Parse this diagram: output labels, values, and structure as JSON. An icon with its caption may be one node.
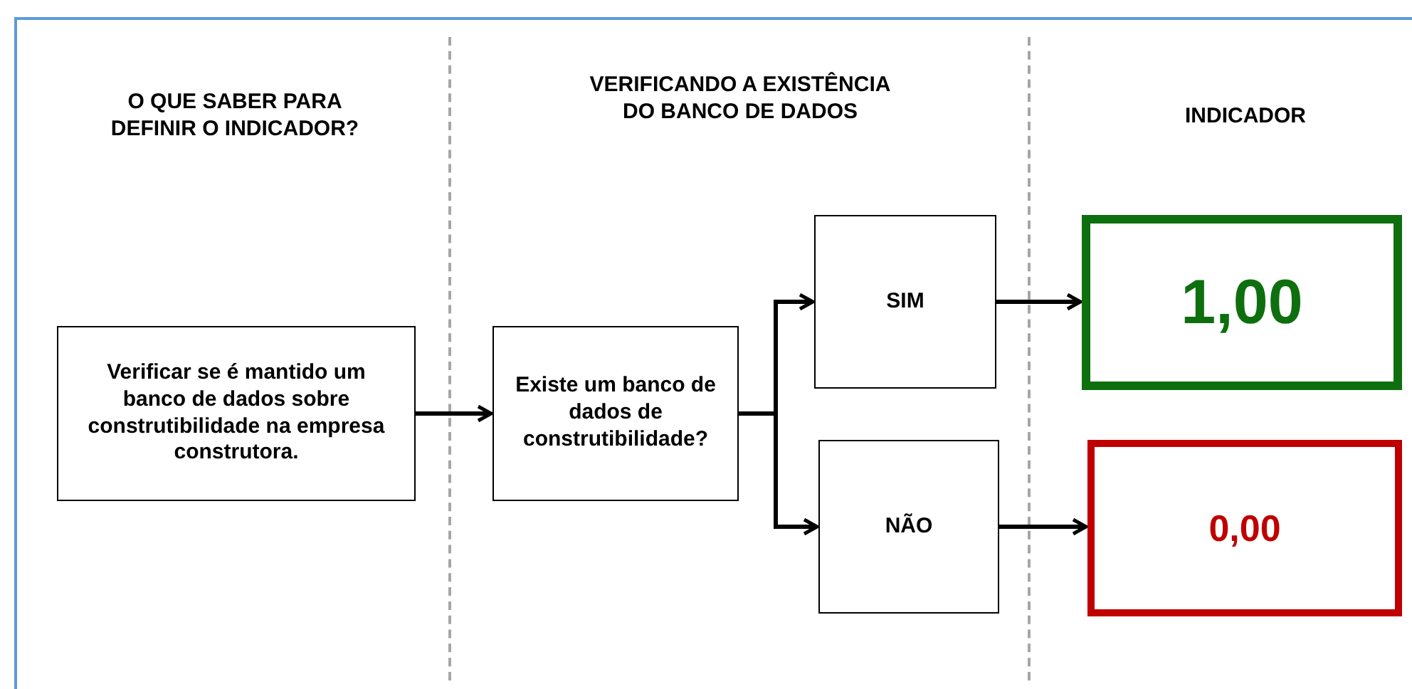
{
  "diagram": {
    "nodes": [
      {
        "text": [
          "Verificar se é mantido um banco de dados sobre construtibilidade na empresa construtora."
        ]
      },
      {
        "text": [
          "Existe um banco de dados de construtibilidade?"
        ]
      },
      {
        "text": [
          "SIM"
        ]
      },
      {
        "text": [
          "NÃO"
        ]
      },
      {
        "text": [
          "1,00"
        ]
      },
      {
        "text": [
          "0,00"
        ]
      }
    ],
    "edges": [
      {
        "from": 0,
        "to": 1,
        "arrow": "to"
      },
      {
        "from": 1,
        "to": 2,
        "arrow": "to"
      },
      {
        "from": 1,
        "to": 3,
        "arrow": "to"
      },
      {
        "from": 2,
        "to": 4,
        "arrow": "to"
      },
      {
        "from": 3,
        "to": 5,
        "arrow": "to"
      }
    ],
    "labels": [
      "O QUE SABER PARA DEFINIR O INDICADOR?",
      "VERIFICANDO A EXISTÊNCIA DO BANCO DE DADOS",
      "INDICADOR"
    ]
  }
}
